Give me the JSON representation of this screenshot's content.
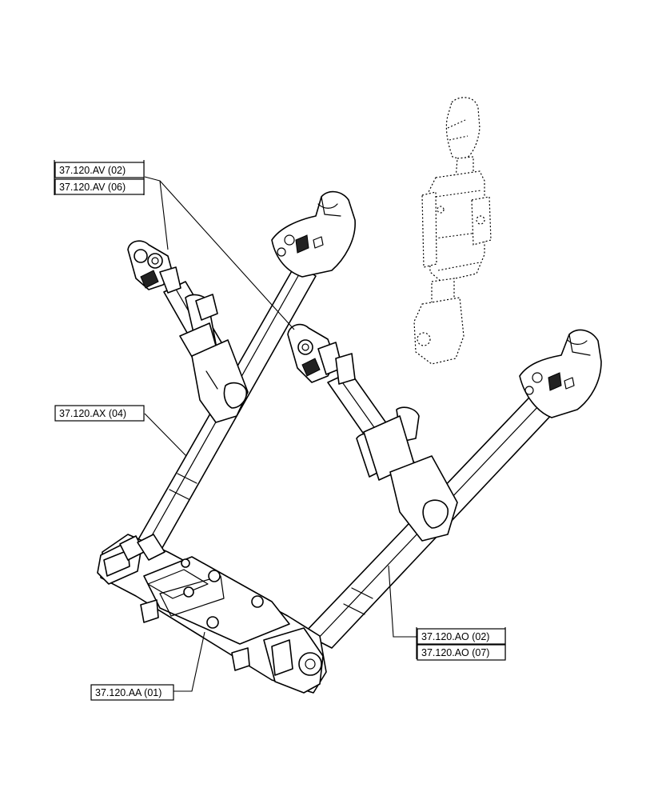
{
  "callouts": {
    "av02": "37.120.AV (02)",
    "av06": "37.120.AV (06)",
    "ax04": "37.120.AX (04)",
    "ao02": "37.120.AO (02)",
    "ao07": "37.120.AO (07)",
    "aa01": "37.120.AA (01)"
  }
}
